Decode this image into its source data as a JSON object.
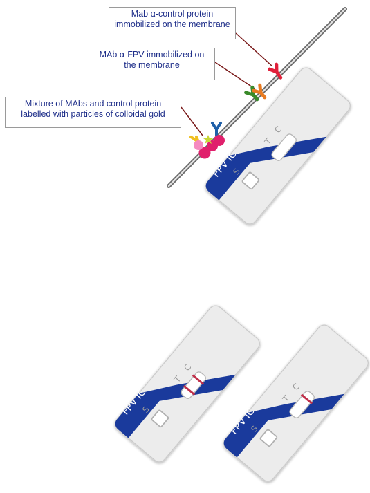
{
  "labels": {
    "control_line1": "Mab α-control protein",
    "control_line2": "immobilized on the membrane",
    "fpv_line1": "MAb α-FPV immobilized on",
    "fpv_line2": "the membrane",
    "mixture_line1": "Mixture of MAbs and control protein",
    "mixture_line2": "labelled with particles of colloidal gold"
  },
  "cassette": {
    "name": "FPV IC",
    "control_mark": "C",
    "test_mark": "T",
    "sample_mark": "S"
  },
  "results": {
    "positive": {
      "control_line": true,
      "test_line": true
    },
    "negative": {
      "control_line": true,
      "test_line": false
    }
  },
  "colors": {
    "brand_blue": "#1a3a9c",
    "label_text": "#1f2f8a",
    "result_line": "#c0304a",
    "gold_particle": "#e0206c",
    "antibody_control": "#e0203a",
    "antibody_fpv_green": "#3a8a2a",
    "antibody_fpv_orange": "#e87a20",
    "antibody_blue": "#1e5fa8",
    "antibody_yellow": "#f0c020",
    "leader_line": "#7a1a1a"
  }
}
